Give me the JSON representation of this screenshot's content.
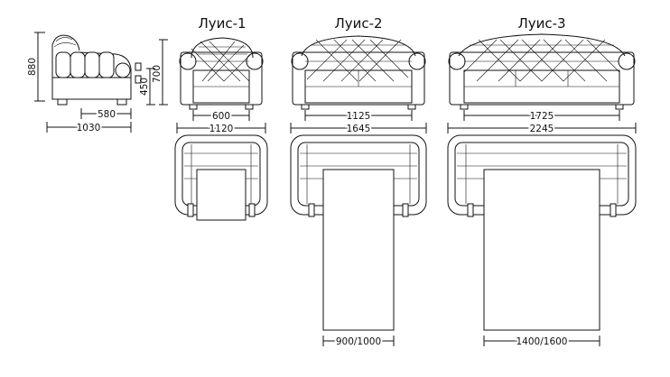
{
  "models": [
    {
      "title": "Луис-1",
      "seat_width": "600",
      "total_width": "1120",
      "sections": 1,
      "bed": ""
    },
    {
      "title": "Луис-2",
      "seat_width": "1125",
      "total_width": "1645",
      "sections": 2,
      "bed": "900/1000"
    },
    {
      "title": "Луис-3",
      "seat_width": "1725",
      "total_width": "2245",
      "sections": 3,
      "bed": "1400/1600"
    }
  ],
  "side_view": {
    "height": "880",
    "depth_seat": "580",
    "depth_total": "1030"
  },
  "front_dims": {
    "seat_height": "450",
    "back_height": "700"
  }
}
